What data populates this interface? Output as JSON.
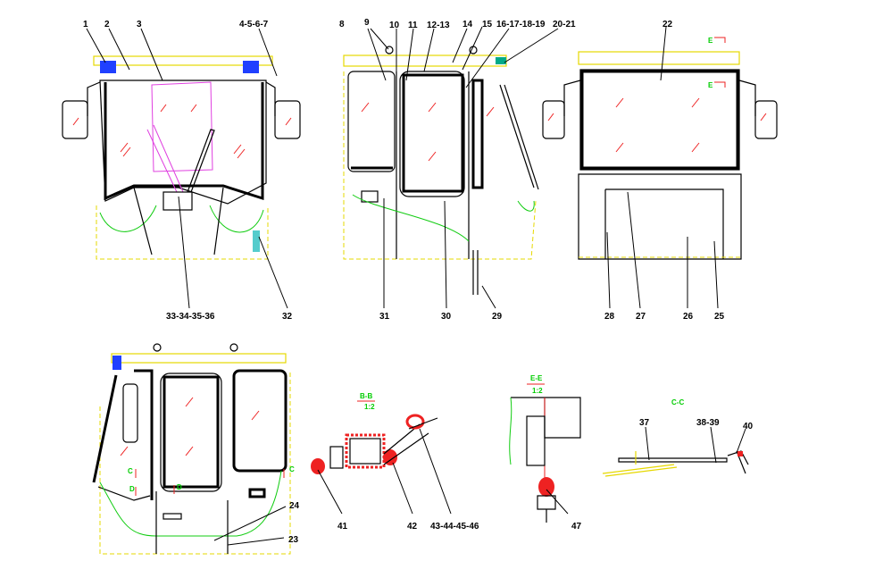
{
  "drawing": {
    "callouts": {
      "c1": "1",
      "c2": "2",
      "c3": "3",
      "c4": "4-5-6-7",
      "c8": "8",
      "c9": "9",
      "c10": "10",
      "c11": "11",
      "c12": "12-13",
      "c14": "14",
      "c15": "15",
      "c16": "16-17-18-19",
      "c20": "20-21",
      "c22": "22",
      "c23": "23",
      "c24": "24",
      "c25": "25",
      "c26": "26",
      "c27": "27",
      "c28": "28",
      "c29": "29",
      "c30": "30",
      "c31": "31",
      "c32": "32",
      "c33": "33-34-35-36",
      "c37": "37",
      "c38": "38-39",
      "c40": "40",
      "c41": "41",
      "c42": "42",
      "c43": "43-44-45-46",
      "c47": "47"
    },
    "sections": {
      "bb": "B-B",
      "bb_scale": "1:2",
      "ee": "E-E",
      "ee_scale": "1:2",
      "cc": "C-C",
      "e_mark": "E",
      "c_mark": "C",
      "d_mark": "D"
    }
  }
}
